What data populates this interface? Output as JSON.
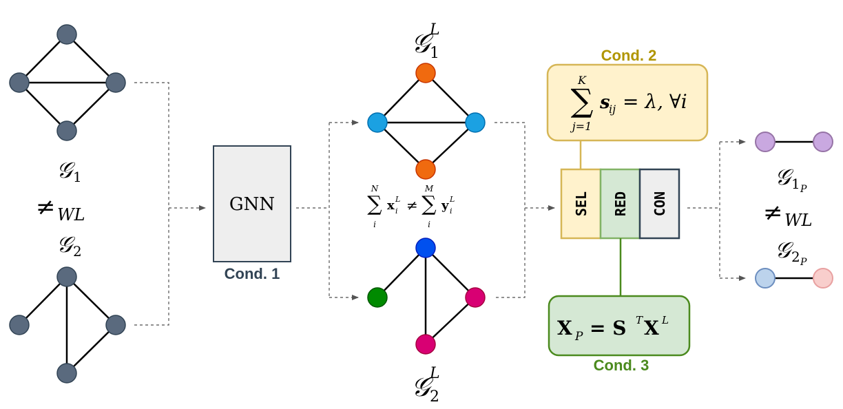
{
  "labels": {
    "g1": "𝒢",
    "g1_sub": "1",
    "neq_wl": "≠",
    "wl_sub": "WL",
    "g2": "𝒢",
    "g2_sub": "2",
    "gnn": "GNN",
    "cond1": "Cond. 1",
    "g1L": "𝒢",
    "g1L_sub": "1",
    "g1L_sup": "L",
    "g2L": "𝒢",
    "g2L_sub": "2",
    "g2L_sup": "L",
    "sum_eq": {
      "sum": "∑",
      "upper_left": "N",
      "lower_left": "i",
      "x": "x",
      "x_sub": "i",
      "x_sup": "L",
      "neq": "≠",
      "upper_right": "M",
      "lower_right": "i",
      "y": "y",
      "y_sub": "i",
      "y_sup": "L"
    },
    "cond2": "Cond. 2",
    "cond2_eq": {
      "sum": "∑",
      "upper": "K",
      "lower": "j=1",
      "s": "s",
      "s_sub": "ij",
      "rest": "= λ, ∀i"
    },
    "sel": "SEL",
    "red": "RED",
    "con": "CON",
    "cond3": "Cond. 3",
    "cond3_eq": {
      "X": "X",
      "X_sub": "P",
      "eq": "= S",
      "S_sup": "T",
      "XL": "X",
      "XL_sup": "L"
    },
    "g1p": "𝒢",
    "g1p_sub": "1",
    "g1p_subsub": "P",
    "neq_wl2": "≠",
    "wl_sub2": "WL",
    "g2p": "𝒢",
    "g2p_sub": "2",
    "g2p_subsub": "P"
  },
  "colors": {
    "node_gray": "#5a6a7e",
    "node_orange": "#f06a0f",
    "node_cyan": "#1ba1e2",
    "node_blue": "#0050ef",
    "node_green": "#008a00",
    "node_magenta": "#d80073",
    "gnn_fill": "#eeeeee",
    "gnn_stroke": "#314354",
    "cond1_text": "#314354",
    "cond2_text": "#b09500",
    "cond2_fill": "#fff2cc",
    "cond2_stroke": "#d6b656",
    "cond3_text": "#4b8a1e",
    "cond3_fill": "#d5e8d4",
    "cond3_stroke": "#82b366",
    "con_fill": "#eeeeee",
    "pool_purple": "#a680b8",
    "pool_purple_fill": "#c9a8e0",
    "pool_blue_fill": "#bcd3ec",
    "pool_blue_stroke": "#6c8ebf",
    "pool_pink_fill": "#f8cecc",
    "pool_pink_stroke": "#e8a0a0"
  }
}
